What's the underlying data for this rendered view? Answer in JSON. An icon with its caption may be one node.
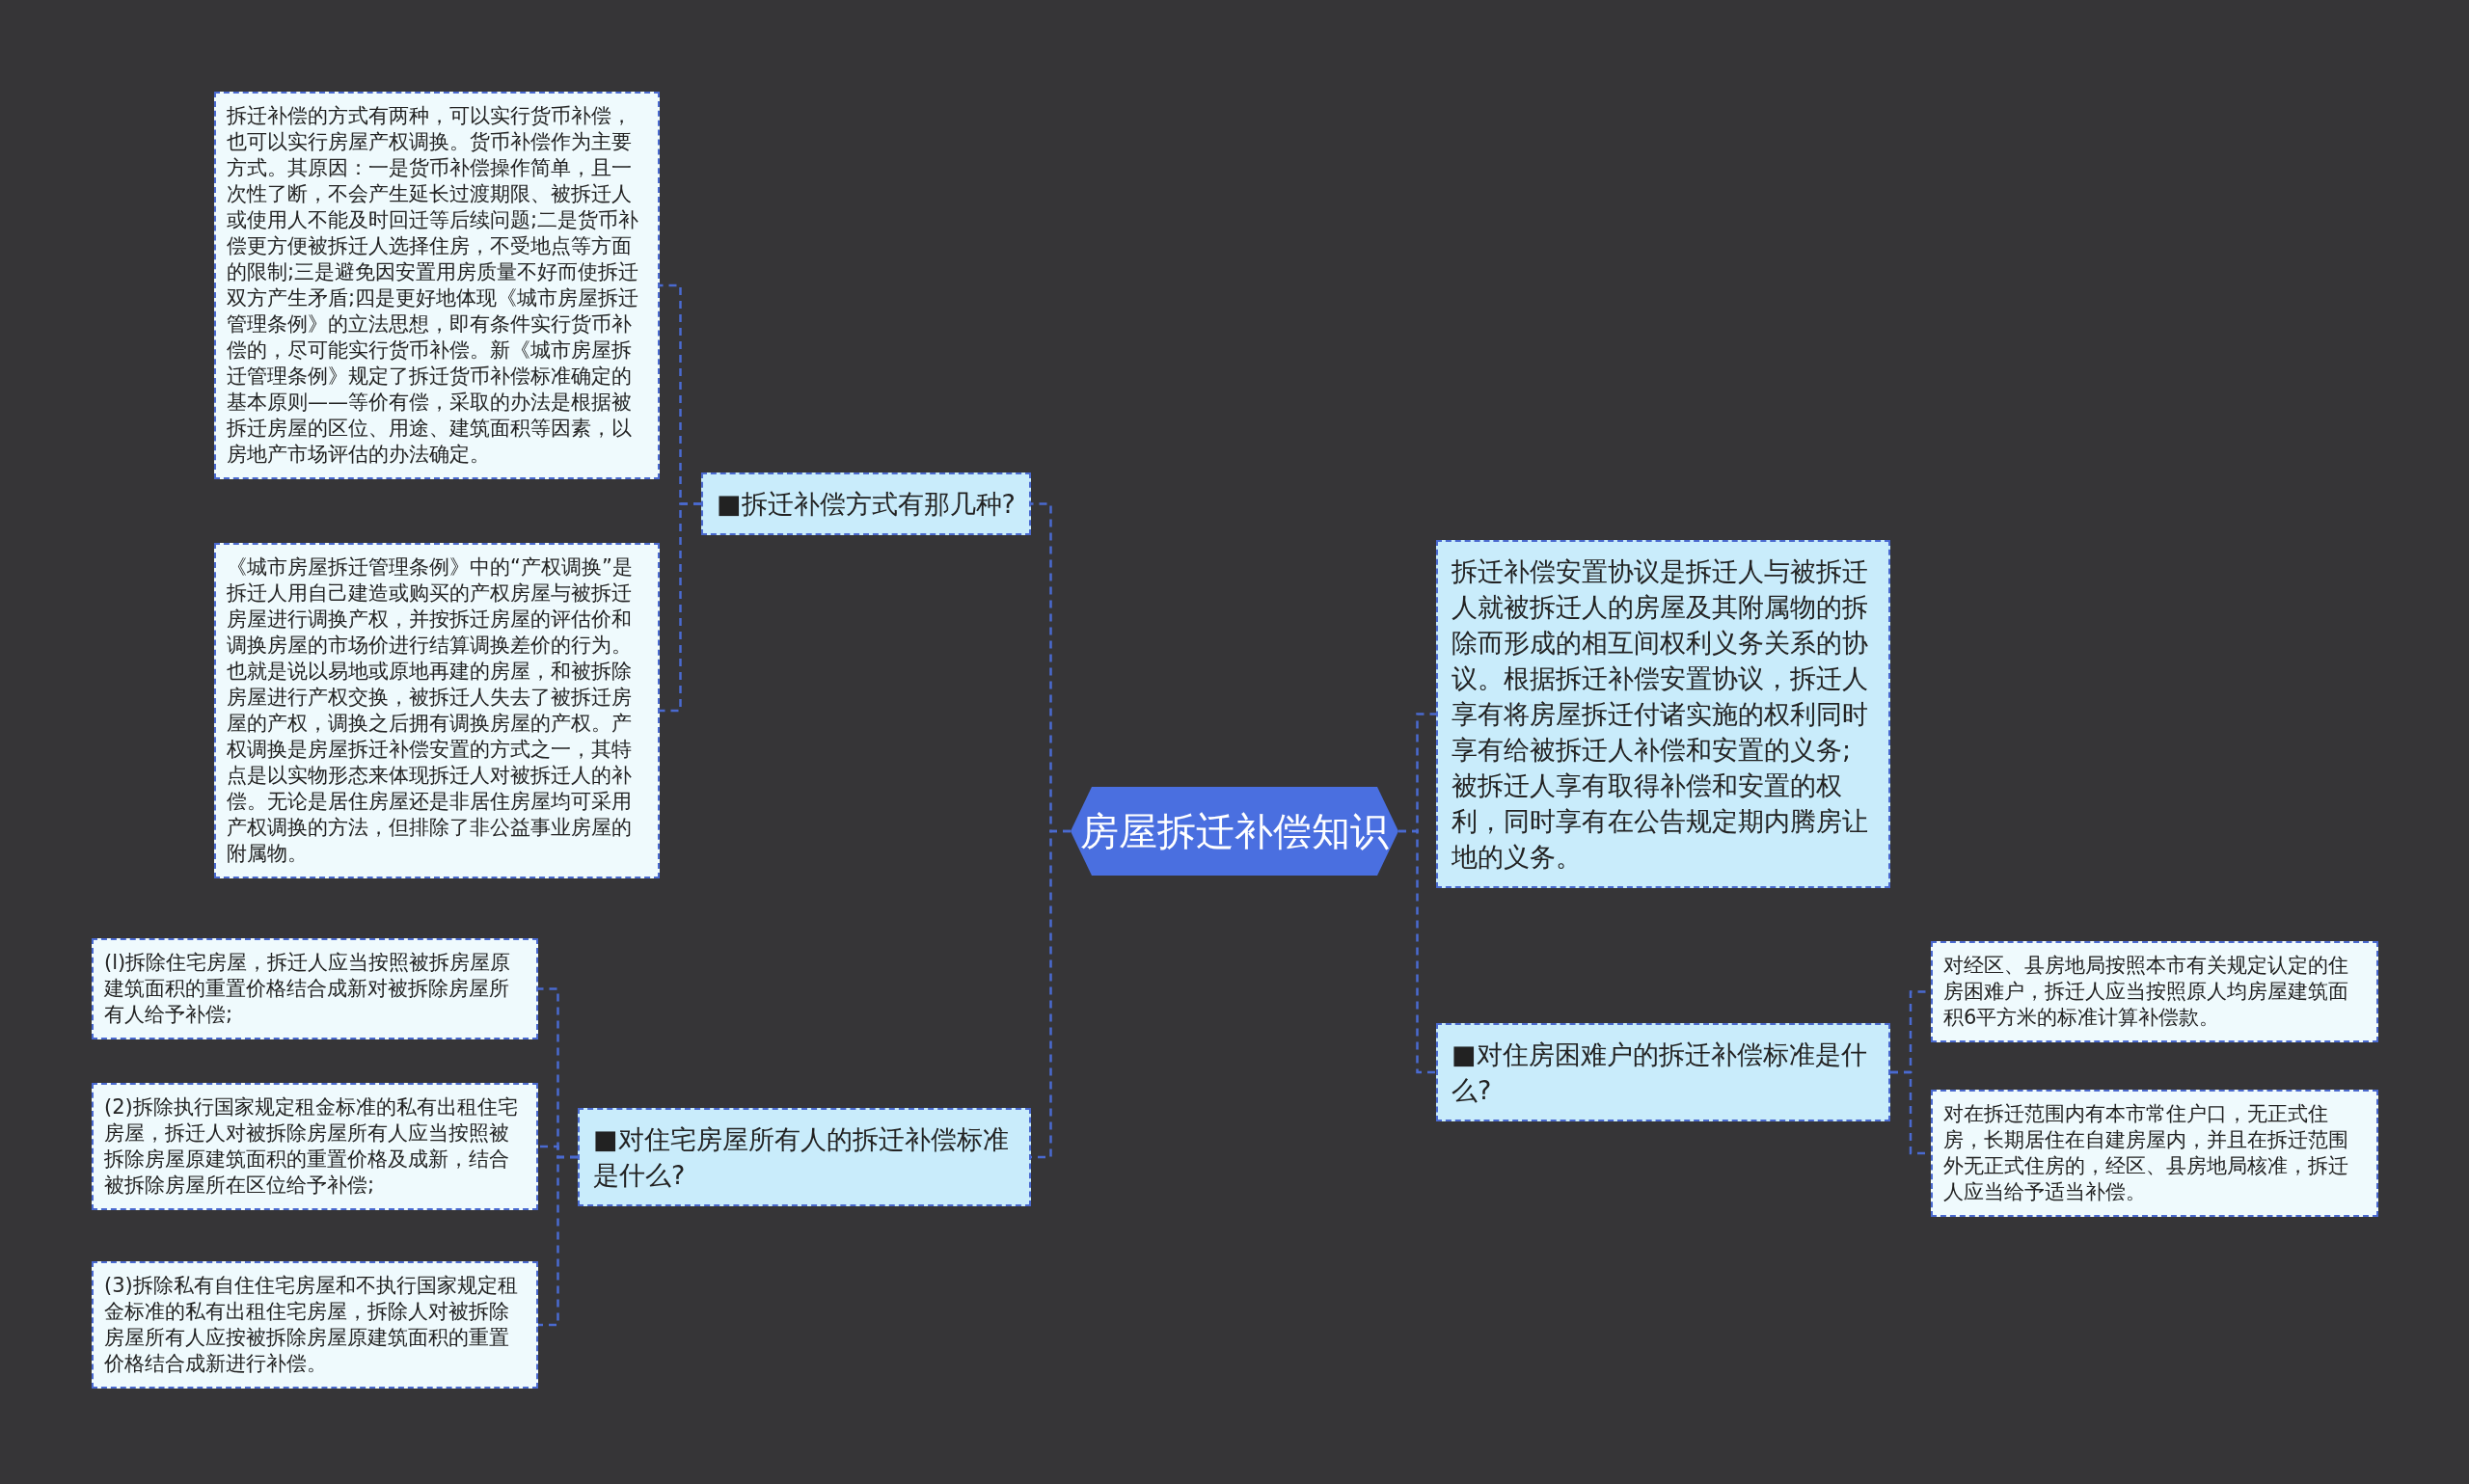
{
  "diagram": {
    "nodes": [
      {
        "text": [
          "房屋拆迁补偿知识"
        ]
      },
      {
        "text": [
          "■拆迁补偿方式有那几种?"
        ]
      },
      {
        "text": [
          "拆迁补偿的方式有两种，可以实行货币补偿，也可以实行房屋产权调换。货币补偿作为主要方式。其原因：一是货币补偿操作简单，且一次性了断，不会产生延长过渡期限、被拆迁人或使用人不能及时回迁等后续问题;二是货币补偿更方便被拆迁人选择住房，不受地点等方面的限制;三是避免因安置用房质量不好而使拆迁双方产生矛盾;四是更好地体现《城市房屋拆迁管理条例》的立法思想，即有条件实行货币补偿的，尽可能实行货币补偿。新《城市房屋拆迁管理条例》规定了拆迁货币补偿标准确定的基本原则——等价有偿，采取的办法是根据被拆迁房屋的区位、用途、建筑面积等因素，以房地产市场评估的办法确定。"
        ]
      },
      {
        "text": [
          "《城市房屋拆迁管理条例》中的“产权调换”是拆迁人用自己建造或购买的产权房屋与被拆迁房屋进行调换产权，并按拆迁房屋的评估价和调换房屋的市场价进行结算调换差价的行为。也就是说以易地或原地再建的房屋，和被拆除房屋进行产权交换，被拆迁人失去了被拆迁房屋的产权，调换之后拥有调换房屋的产权。产权调换是房屋拆迁补偿安置的方式之一，其特点是以实物形态来体现拆迁人对被拆迁人的补偿。无论是居住房屋还是非居住房屋均可采用产权调换的方法，但排除了非公益事业房屋的附属物。"
        ]
      },
      {
        "text": [
          "■对住宅房屋所有人的拆迁补偿标准是什么?"
        ]
      },
      {
        "text": [
          "(l)拆除住宅房屋，拆迁人应当按照被拆房屋原建筑面积的重置价格结合成新对被拆除房屋所有人给予补偿;"
        ]
      },
      {
        "text": [
          "(2)拆除执行国家规定租金标准的私有出租住宅房屋，拆迁人对被拆除房屋所有人应当按照被拆除房屋原建筑面积的重置价格及成新，结合被拆除房屋所在区位给予补偿;"
        ]
      },
      {
        "text": [
          "(3)拆除私有自住住宅房屋和不执行国家规定租金标准的私有出租住宅房屋，拆除人对被拆除房屋所有人应按被拆除房屋原建筑面积的重置价格结合成新进行补偿。"
        ]
      },
      {
        "text": [
          "拆迁补偿安置协议是拆迁人与被拆迁人就被拆迁人的房屋及其附属物的拆除而形成的相互间权利义务关系的协议。根据拆迁补偿安置协议，拆迁人享有将房屋拆迁付诸实施的权利同时享有给被拆迁人补偿和安置的义务;被拆迁人享有取得补偿和安置的权利，同时享有在公告规定期内腾房让地的义务。"
        ]
      },
      {
        "text": [
          "■对住房困难户的拆迁补偿标准是什么?"
        ]
      },
      {
        "text": [
          "对经区、县房地局按照本市有关规定认定的住房困难户，拆迁人应当按照原人均房屋建筑面积6平方米的标准计算补偿款。"
        ]
      },
      {
        "text": [
          "对在拆迁范围内有本市常住户口，无正式住房，长期居住在自建房屋内，并且在拆迁范围外无正式住房的，经区、县房地局核准，拆迁人应当给予适当补偿。"
        ]
      }
    ],
    "edges": [
      {
        "from": 0,
        "to": 1,
        "arrow": "none",
        "style": "dashed"
      },
      {
        "from": 1,
        "to": 2,
        "arrow": "none",
        "style": "dashed"
      },
      {
        "from": 1,
        "to": 3,
        "arrow": "none",
        "style": "dashed"
      },
      {
        "from": 0,
        "to": 4,
        "arrow": "none",
        "style": "dashed"
      },
      {
        "from": 4,
        "to": 5,
        "arrow": "none",
        "style": "dashed"
      },
      {
        "from": 4,
        "to": 6,
        "arrow": "none",
        "style": "dashed"
      },
      {
        "from": 4,
        "to": 7,
        "arrow": "none",
        "style": "dashed"
      },
      {
        "from": 0,
        "to": 8,
        "arrow": "none",
        "style": "dashed"
      },
      {
        "from": 0,
        "to": 9,
        "arrow": "none",
        "style": "dashed"
      },
      {
        "from": 9,
        "to": 10,
        "arrow": "none",
        "style": "dashed"
      },
      {
        "from": 9,
        "to": 11,
        "arrow": "none",
        "style": "dashed"
      }
    ]
  }
}
